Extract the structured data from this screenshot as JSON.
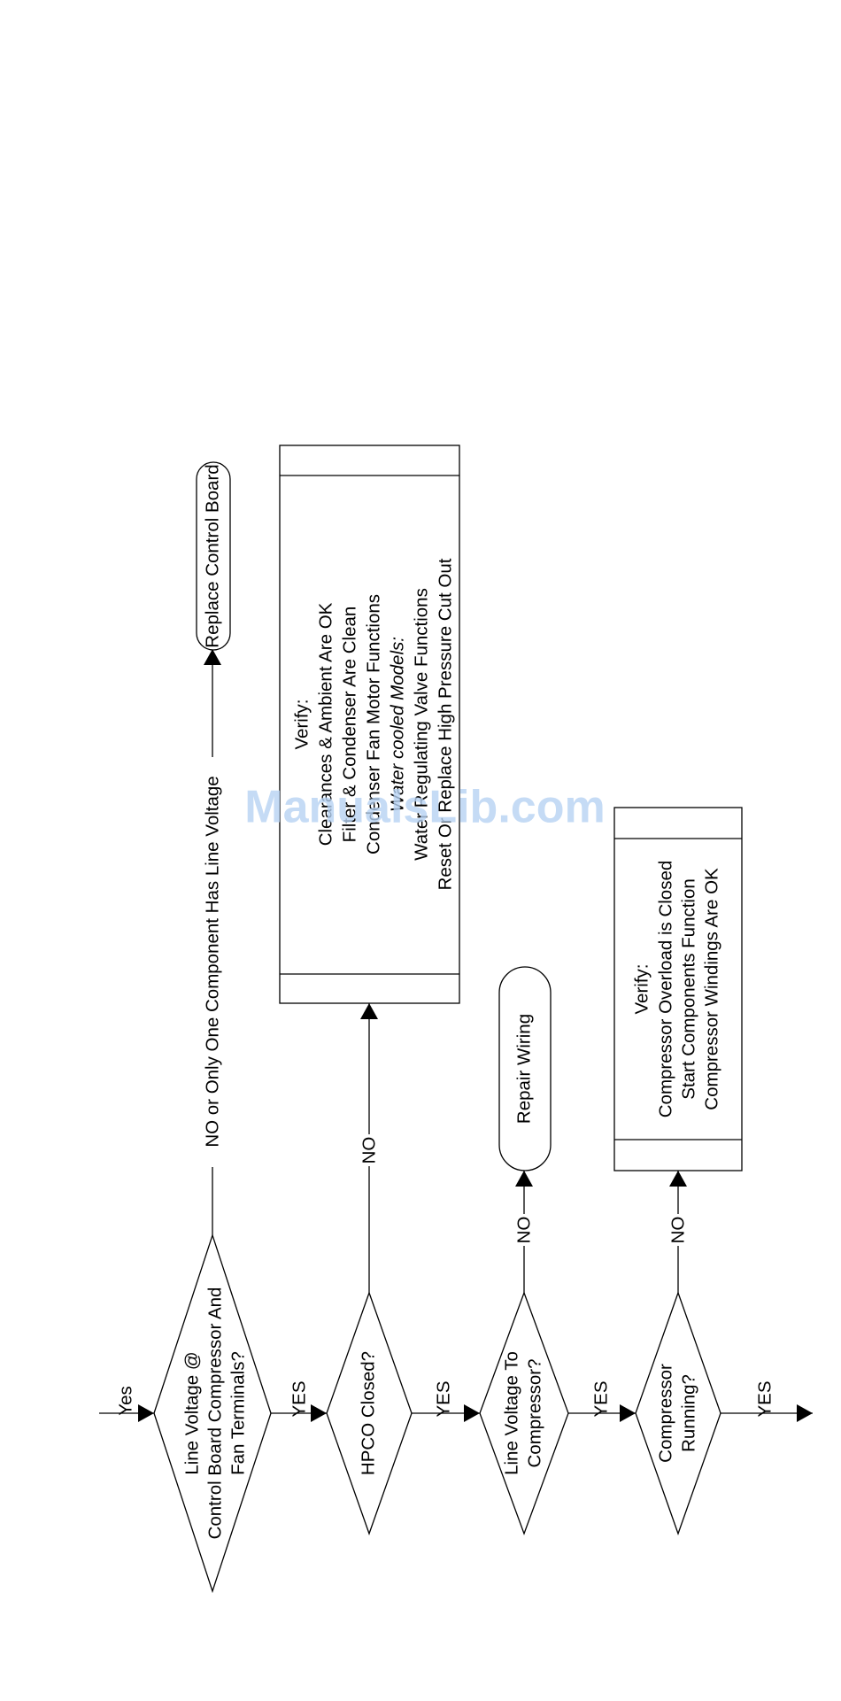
{
  "decisions": {
    "d1": {
      "line1": "Line Voltage @",
      "line2": "Control Board Compressor And",
      "line3": "Fan Terminals?"
    },
    "d2": {
      "line1": "HPCO Closed?"
    },
    "d3": {
      "line1": "Line Voltage To",
      "line2": "Compressor?"
    },
    "d4": {
      "line1": "Compressor",
      "line2": "Running?"
    }
  },
  "terminals": {
    "replace_board": "Replace Control Board",
    "repair_wiring": "Repair Wiring"
  },
  "verify_box_1": {
    "title": "Verify:",
    "line1": "Clearances & Ambient Are OK",
    "line2": "Filter & Condenser Are Clean",
    "line3": "Condenser Fan Motor Functions",
    "line4": "Water cooled Models:",
    "line5": "Water Regulating Valve Functions",
    "line6": "Reset Or Replace High Pressure Cut Out"
  },
  "verify_box_2": {
    "title": "Verify:",
    "line1": "Compressor Overload is Closed",
    "line2": "Start Components Function",
    "line3": "Compressor Windings Are OK"
  },
  "labels": {
    "entry_yes": "Yes",
    "yes_1": "YES",
    "yes_2": "YES",
    "yes_3": "YES",
    "yes_4": "YES",
    "no_1": "NO or Only One Component Has Line Voltage",
    "no_2": "NO",
    "no_3": "NO",
    "no_4": "NO"
  },
  "watermark": "ManualsLib.com"
}
